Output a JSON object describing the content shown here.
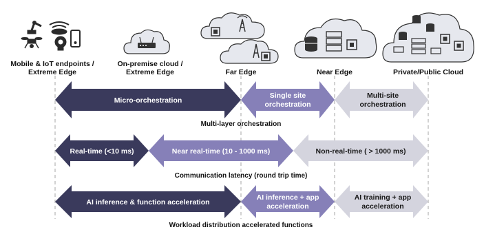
{
  "tiers": [
    {
      "label_line1": "Mobile & IoT endpoints /",
      "label_line2": "Extreme Edge"
    },
    {
      "label_line1": "On-premise cloud /",
      "label_line2": "Extreme Edge"
    },
    {
      "label_line1": "Far Edge",
      "label_line2": ""
    },
    {
      "label_line1": "Near Edge",
      "label_line2": ""
    },
    {
      "label_line1": "Private/Public Cloud",
      "label_line2": ""
    }
  ],
  "rows": [
    {
      "caption": "Multi-layer orchestration",
      "arrows": [
        {
          "line1": "Micro-orchestration",
          "line2": ""
        },
        {
          "line1": "Single site",
          "line2": "orchestration"
        },
        {
          "line1": "Multi-site",
          "line2": "orchestration"
        }
      ]
    },
    {
      "caption": "Communication latency (round trip time)",
      "arrows": [
        {
          "line1": "Real-time (<10 ms)",
          "line2": ""
        },
        {
          "line1": "Near real-time (10 - 1000 ms)",
          "line2": ""
        },
        {
          "line1": "Non-real-time ( > 1000 ms)",
          "line2": ""
        }
      ]
    },
    {
      "caption": "Workload distribution accelerated functions",
      "arrows": [
        {
          "line1": "AI inference & function acceleration",
          "line2": ""
        },
        {
          "line1": "AI inference + app",
          "line2": "acceleration"
        },
        {
          "line1": "AI training + app",
          "line2": "acceleration"
        }
      ]
    }
  ],
  "colors": {
    "dark": "#3a3a5c",
    "mid": "#8680b8",
    "light": "#d4d4de",
    "dashed": "#b0b0b0"
  }
}
